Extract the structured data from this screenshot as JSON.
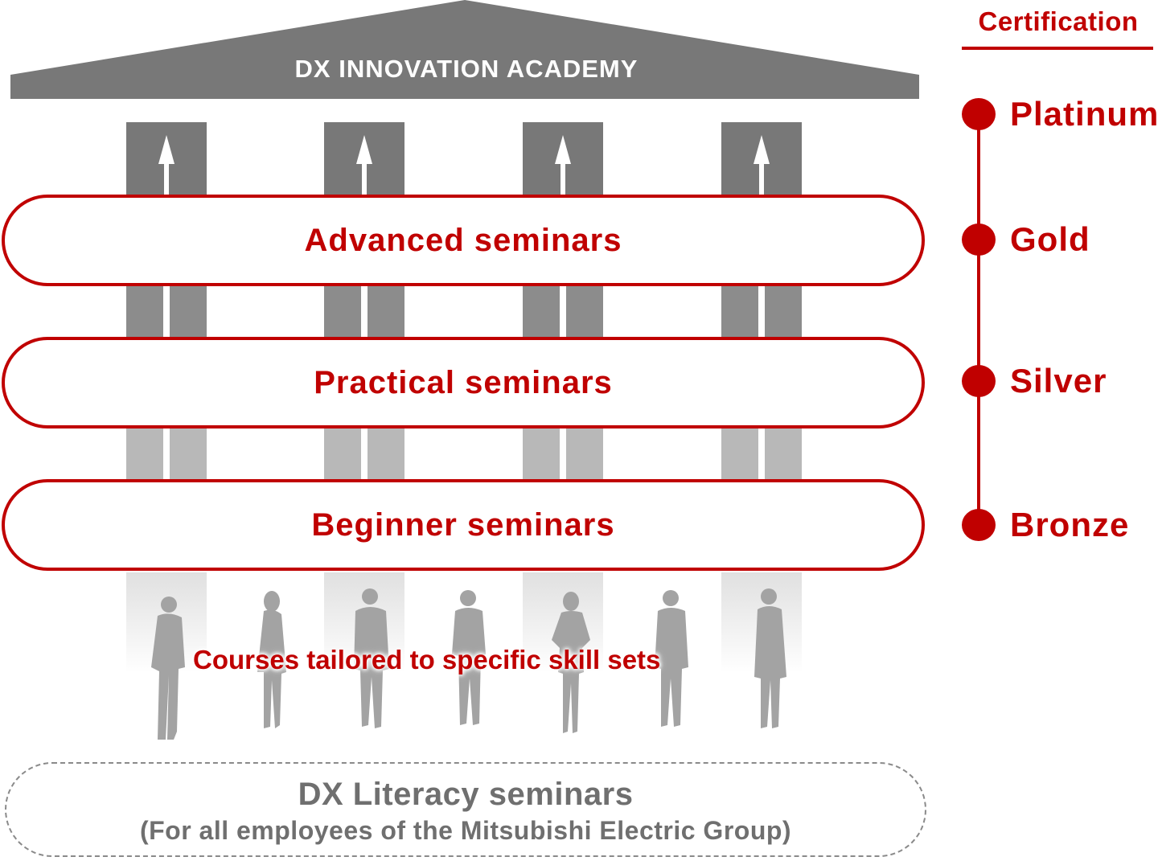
{
  "academy": {
    "title": "DX INNOVATION ACADEMY"
  },
  "seminars": [
    {
      "label": "Advanced seminars"
    },
    {
      "label": "Practical seminars"
    },
    {
      "label": "Beginner seminars"
    }
  ],
  "courses": {
    "label": "Courses tailored to specific skill sets"
  },
  "literacy": {
    "title": "DX Literacy seminars",
    "subtitle": "(For all employees of the Mitsubishi Electric Group)"
  },
  "certification": {
    "title": "Certification",
    "levels": [
      {
        "label": "Platinum"
      },
      {
        "label": "Gold"
      },
      {
        "label": "Silver"
      },
      {
        "label": "Bronze"
      }
    ]
  },
  "colors": {
    "accent_red": "#c00000",
    "roof_gray": "#787878",
    "text_gray": "#6f6f6f",
    "people_gray": "#a3a3a3"
  }
}
